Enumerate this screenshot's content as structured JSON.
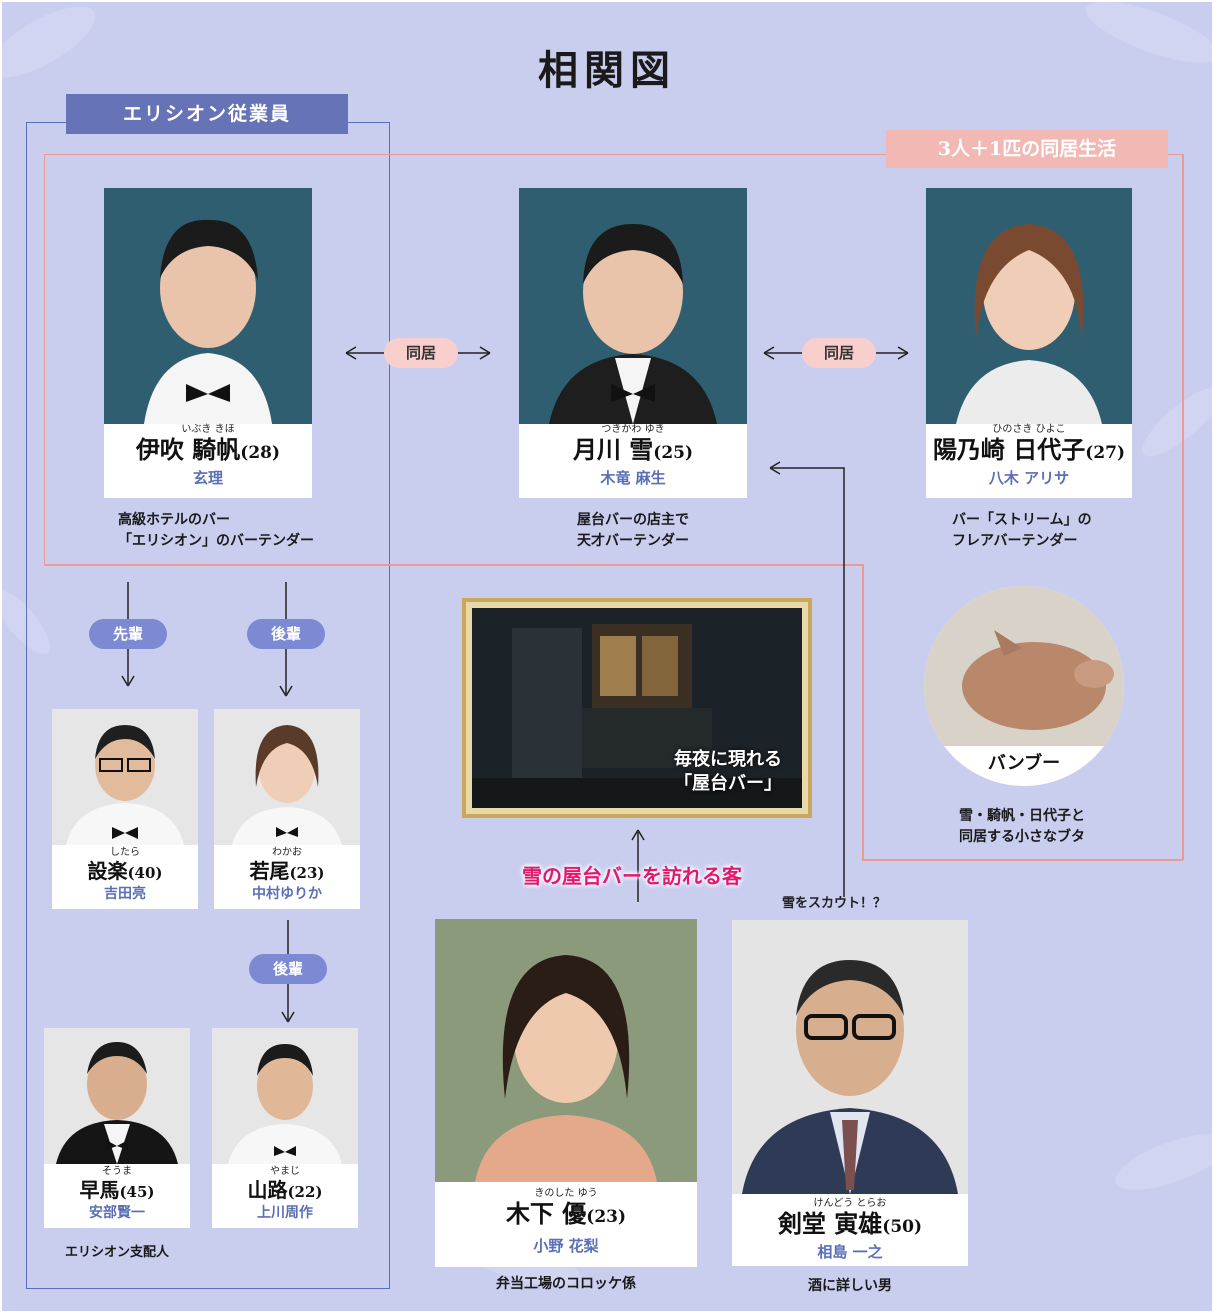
{
  "title": "相関図",
  "groups": {
    "staff_label": "エリシオン従業員",
    "cohab_label": "3人＋1匹の同居生活"
  },
  "relations": {
    "cohab_left": "同居",
    "cohab_right": "同居",
    "senpai": "先輩",
    "kouhai1": "後輩",
    "kouhai2": "後輩",
    "visitors": "雪の屋台バーを訪れる客",
    "scout": "雪をスカウト！？"
  },
  "characters": {
    "ibuki": {
      "ruby": "いぶき きほ",
      "name": "伊吹 騎帆",
      "age": "(28)",
      "actor": "玄理",
      "desc1": "高級ホテルのバー",
      "desc2": "「エリシオン」のバーテンダー"
    },
    "tsukikawa": {
      "ruby": "つきかわ ゆき",
      "name": "月川 雪",
      "age": "(25)",
      "actor": "木竜 麻生",
      "desc1": "屋台バーの店主で",
      "desc2": "天才バーテンダー"
    },
    "hinosaki": {
      "ruby": "ひのさき ひよこ",
      "name": "陽乃崎 日代子",
      "age": "(27)",
      "actor": "八木 アリサ",
      "desc1": "バー「ストリーム」の",
      "desc2": "フレアバーテンダー"
    },
    "shitara": {
      "ruby": "したら",
      "name": "設楽",
      "age": "(40)",
      "actor": "吉田亮"
    },
    "wakao": {
      "ruby": "わかお",
      "name": "若尾",
      "age": "(23)",
      "actor": "中村ゆりか"
    },
    "souma": {
      "ruby": "そうま",
      "name": "早馬",
      "age": "(45)",
      "actor": "安部賢一",
      "desc1": "エリシオン支配人"
    },
    "yamaji": {
      "ruby": "やまじ",
      "name": "山路",
      "age": "(22)",
      "actor": "上川周作"
    },
    "kinoshita": {
      "ruby": "きのした ゆう",
      "name": "木下 優",
      "age": "(23)",
      "actor": "小野 花梨",
      "desc1": "弁当工場のコロッケ係"
    },
    "kendou": {
      "ruby": "けんどう とらお",
      "name": "剣堂 寅雄",
      "age": "(50)",
      "actor": "相島 一之",
      "desc1": "酒に詳しい男"
    },
    "bamboo": {
      "name": "バンブー",
      "desc1": "雪・騎帆・日代子と",
      "desc2": "同居する小さなブタ"
    }
  },
  "stall": {
    "caption1": "毎夜に現れる",
    "caption2": "「屋台バー」"
  },
  "colors": {
    "background": "#c9cdee",
    "staff_blue": "#6673b6",
    "cohab_pink": "#f2b8b4",
    "actor_blue": "#5b6fb6",
    "visitor_magenta": "#e2186f",
    "portrait_teal": "#2f5e70"
  }
}
